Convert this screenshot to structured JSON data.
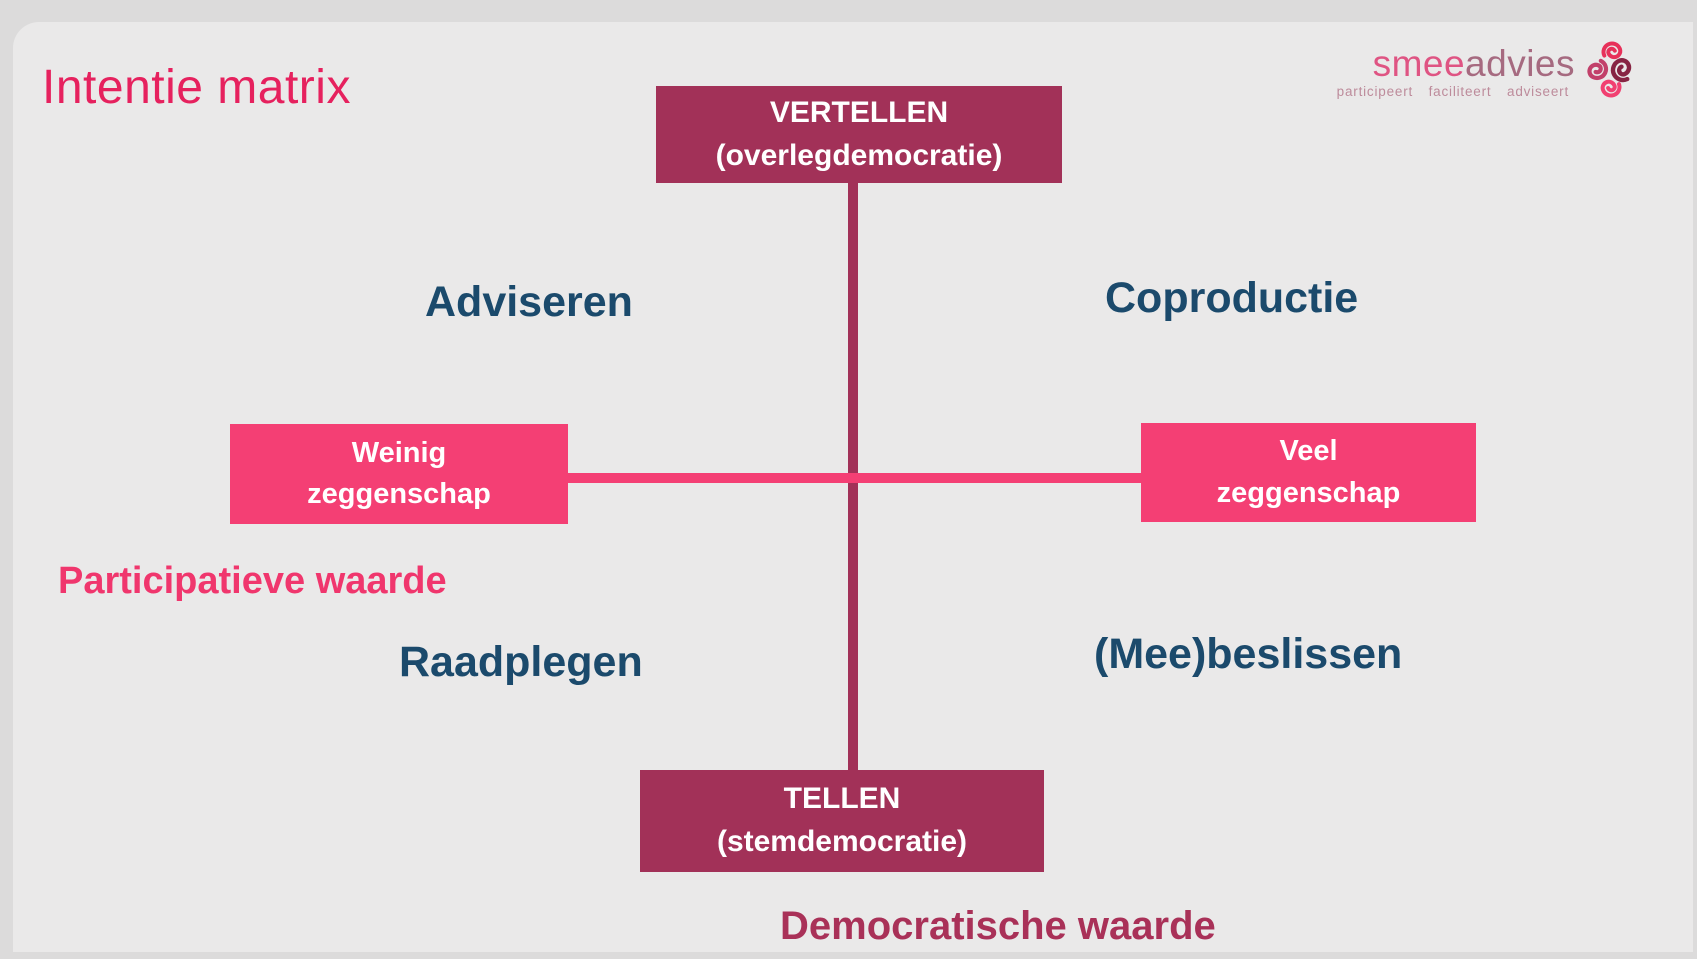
{
  "title": "Intentie matrix",
  "logo": {
    "brand_primary": "smee",
    "brand_secondary": "advies",
    "tagline": [
      "participeert",
      "faciliteert",
      "adviseert"
    ],
    "mark_icon": "four-swirls-icon"
  },
  "matrix": {
    "top_box": {
      "line1": "VERTELLEN",
      "line2": "(overlegdemocratie)"
    },
    "bottom_box": {
      "line1": "TELLEN",
      "line2": "(stemdemocratie)"
    },
    "left_box": {
      "line1": "Weinig",
      "line2": "zeggenschap"
    },
    "right_box": {
      "line1": "Veel",
      "line2": "zeggenschap"
    },
    "quadrant_top_left": "Adviseren",
    "quadrant_top_right": "Coproductie",
    "quadrant_bottom_left": "Raadplegen",
    "quadrant_bottom_right": "(Mee)beslissen",
    "left_axis_label": "Participatieve waarde",
    "bottom_axis_label": "Democratische waarde"
  },
  "colors": {
    "background": "#eae9e9",
    "dark_crimson": "#a23158",
    "bright_pink": "#f43f74",
    "navy_label": "#1b4a6c",
    "title_pink": "#e6215e",
    "axis_label_left_pink": "#f0366d",
    "axis_label_bottom_crimson": "#a93158"
  }
}
